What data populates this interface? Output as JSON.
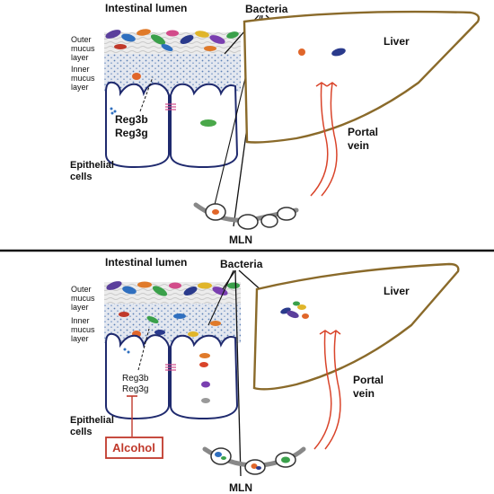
{
  "top": {
    "intestinal_lumen": "Intestinal lumen",
    "bacteria": "Bacteria",
    "outer_mucus": [
      "Outer",
      "mucus",
      "layer"
    ],
    "inner_mucus": [
      "Inner",
      "mucus",
      "layer"
    ],
    "reg3b": "Reg3b",
    "reg3g": "Reg3g",
    "epithelial": [
      "Epithelial",
      "cells"
    ],
    "liver": "Liver",
    "portal_vein": [
      "Portal",
      "vein"
    ],
    "mln": "MLN"
  },
  "bottom": {
    "intestinal_lumen": "Intestinal lumen",
    "bacteria": "Bacteria",
    "outer_mucus": [
      "Outer",
      "mucus",
      "layer"
    ],
    "inner_mucus": [
      "Inner",
      "mucus",
      "layer"
    ],
    "reg3b": "Reg3b",
    "reg3g": "Reg3g",
    "epithelial": [
      "Epithelial",
      "cells"
    ],
    "alcohol": "Alcohol",
    "liver": "Liver",
    "portal_vein": [
      "Portal",
      "vein"
    ],
    "mln": "MLN"
  },
  "colors": {
    "epithelium": "#1f2a6e",
    "liver_outline": "#8a6a2a",
    "portal_vein": "#d9442a",
    "alcohol": "#c0392b",
    "mucus_dots": "#5a7fb5"
  }
}
